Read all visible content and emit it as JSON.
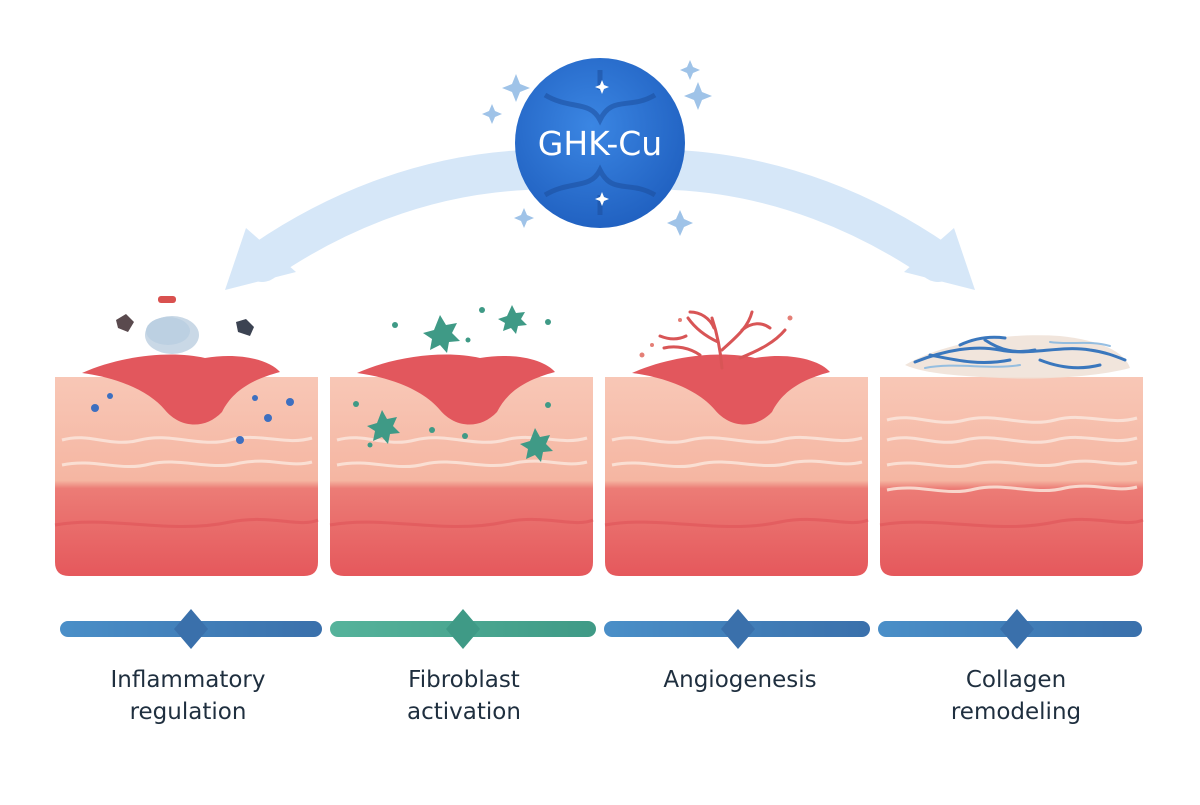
{
  "center": {
    "label": "GHK-Cu",
    "color": "#2b6fd1"
  },
  "colors": {
    "arrow": "#d6e7f8",
    "skin_top": "#f7c3b1",
    "skin_bottom": "#e85d5f",
    "wound": "#e2575d",
    "fibroblast": "#3f9a86",
    "vessel": "#d85556",
    "collagen": "#3a77bd",
    "bar_blue": "#3f7fb8",
    "bar_teal": "#4aa58f"
  },
  "stages": [
    {
      "id": "inflammatory",
      "lines": [
        "Inflammatory",
        "regulation"
      ],
      "bar": "bar_blue"
    },
    {
      "id": "fibroblast",
      "lines": [
        "Fibroblast",
        "activation"
      ],
      "bar": "bar_teal"
    },
    {
      "id": "angiogenesis",
      "lines": [
        "Angiogenesis"
      ],
      "bar": "bar_blue"
    },
    {
      "id": "collagen",
      "lines": [
        "Collagen",
        "remodeling"
      ],
      "bar": "bar_blue"
    }
  ]
}
